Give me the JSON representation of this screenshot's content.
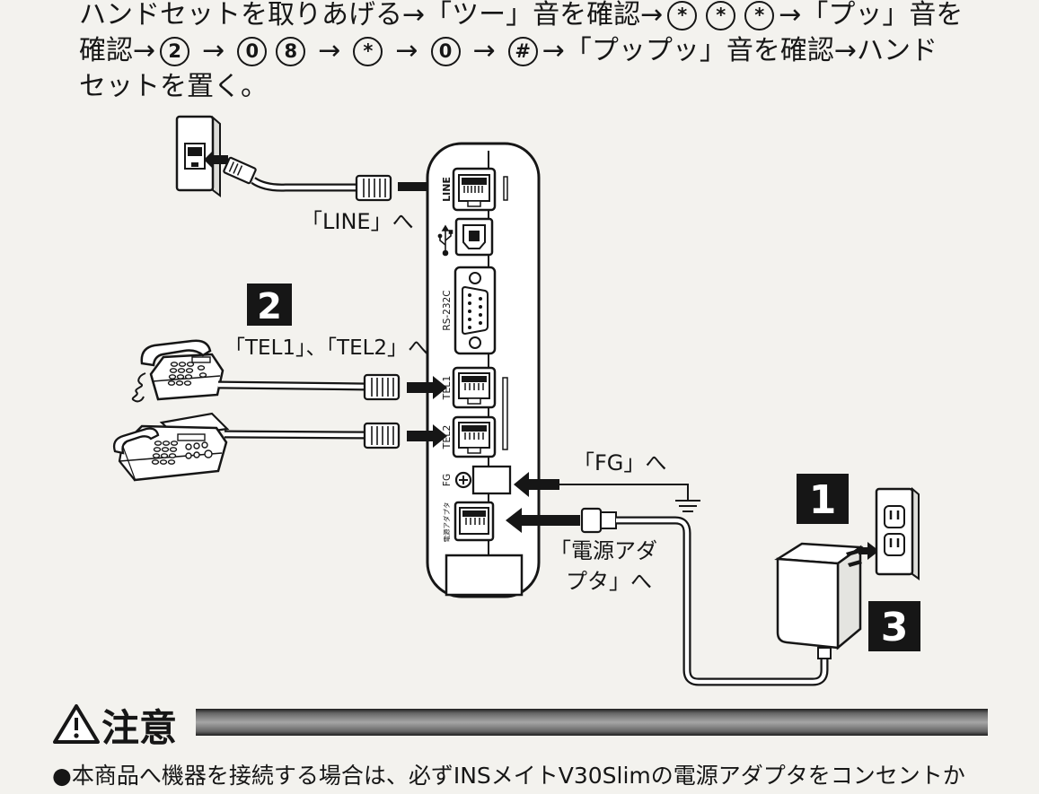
{
  "instructions": {
    "line1": [
      "ハンドセットを取りあげる→「ツー」音を確認→",
      "*",
      "*",
      "*",
      "→「プッ」音を"
    ],
    "line2": [
      "確認→",
      "2",
      "→",
      "0",
      "8",
      "→",
      "*",
      "→",
      "0",
      "→",
      "#",
      "→「プップッ」音を確認→ハンド"
    ],
    "line3": [
      "セットを置く。"
    ]
  },
  "labels": {
    "line": "「LINE」へ",
    "tel": "「TEL1」、「TEL2」へ",
    "fg": "「FG」へ",
    "power_1": "「電源アダ",
    "power_2": "プタ」へ"
  },
  "steps": [
    "1",
    "2",
    "3"
  ],
  "ports": {
    "line": "LINE",
    "rs232c": "RS-232C",
    "tel1": "TEL1",
    "tel2": "TEL2",
    "fg": "FG",
    "power": "電源アダプタ"
  },
  "caution": {
    "heading": "注意",
    "text": "●本商品へ機器を接続する場合は、必ずINSメイトV30Slimの電源アダプタをコンセントか"
  },
  "icons": {
    "wall_jack": "wall-phone-jack-icon",
    "telephone": "telephone-icon",
    "fax": "fax-machine-icon",
    "usb": "usb-icon",
    "ground": "ground-icon",
    "adapter": "power-adapter-icon",
    "outlet": "wall-outlet-icon",
    "caution": "warning-triangle-icon"
  }
}
